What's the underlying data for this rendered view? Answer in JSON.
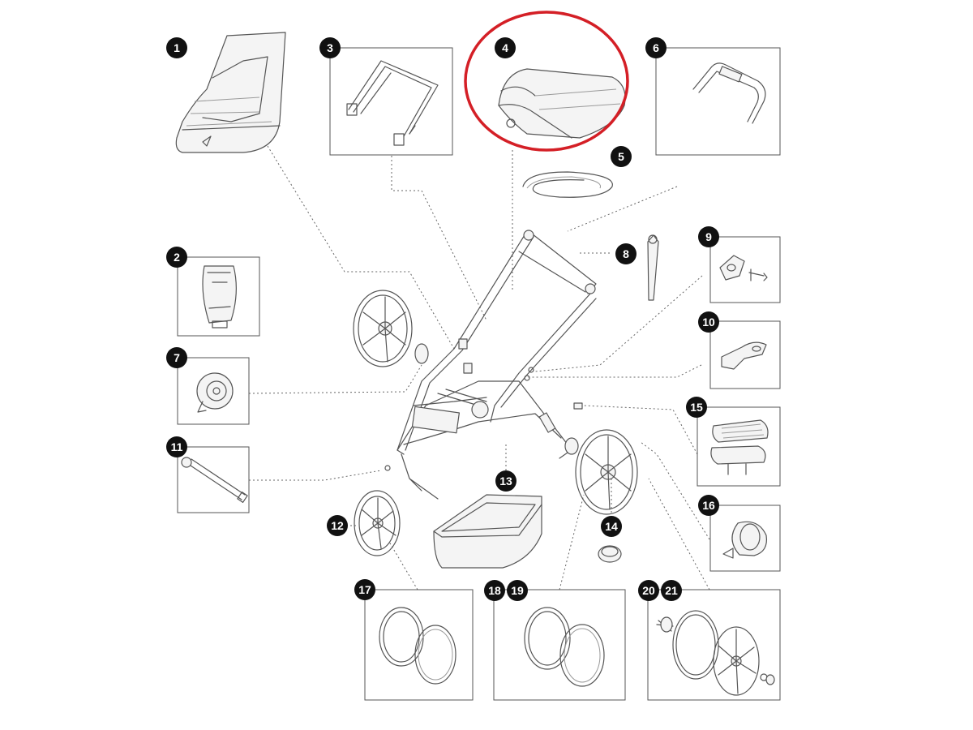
{
  "diagram": {
    "highlight_color": "#d41f26",
    "highlighted_part": "4",
    "parts": [
      {
        "id": "p1",
        "label": "1",
        "name": "seat"
      },
      {
        "id": "p2",
        "label": "2",
        "name": "footrest-buckle"
      },
      {
        "id": "p3",
        "label": "3",
        "name": "bumper-bar"
      },
      {
        "id": "p4",
        "label": "4",
        "name": "canopy"
      },
      {
        "id": "p5",
        "label": "5",
        "name": "cable"
      },
      {
        "id": "p6",
        "label": "6",
        "name": "handlebar"
      },
      {
        "id": "p7",
        "label": "7",
        "name": "wheel-hub-brake"
      },
      {
        "id": "p8",
        "label": "8",
        "name": "strap"
      },
      {
        "id": "p9",
        "label": "9",
        "name": "clip-and-screw"
      },
      {
        "id": "p10",
        "label": "10",
        "name": "bracket"
      },
      {
        "id": "p11",
        "label": "11",
        "name": "axle-bolt"
      },
      {
        "id": "p12",
        "label": "12",
        "name": "front-wheel"
      },
      {
        "id": "p13",
        "label": "13",
        "name": "storage-basket"
      },
      {
        "id": "p14",
        "label": "14",
        "name": "wheel-cap"
      },
      {
        "id": "p15",
        "label": "15",
        "name": "foot-brake-pedal"
      },
      {
        "id": "p16",
        "label": "16",
        "name": "rear-hub-mechanism"
      },
      {
        "id": "p17",
        "label": "17",
        "name": "front-tire-and-tube"
      },
      {
        "id": "p18",
        "label": "18",
        "name": "rear-tire"
      },
      {
        "id": "p19",
        "label": "19",
        "name": "rear-tube"
      },
      {
        "id": "p20",
        "label": "20",
        "name": "rear-wheel-assembly"
      },
      {
        "id": "p21",
        "label": "21",
        "name": "rear-wheel-bearing"
      }
    ]
  }
}
